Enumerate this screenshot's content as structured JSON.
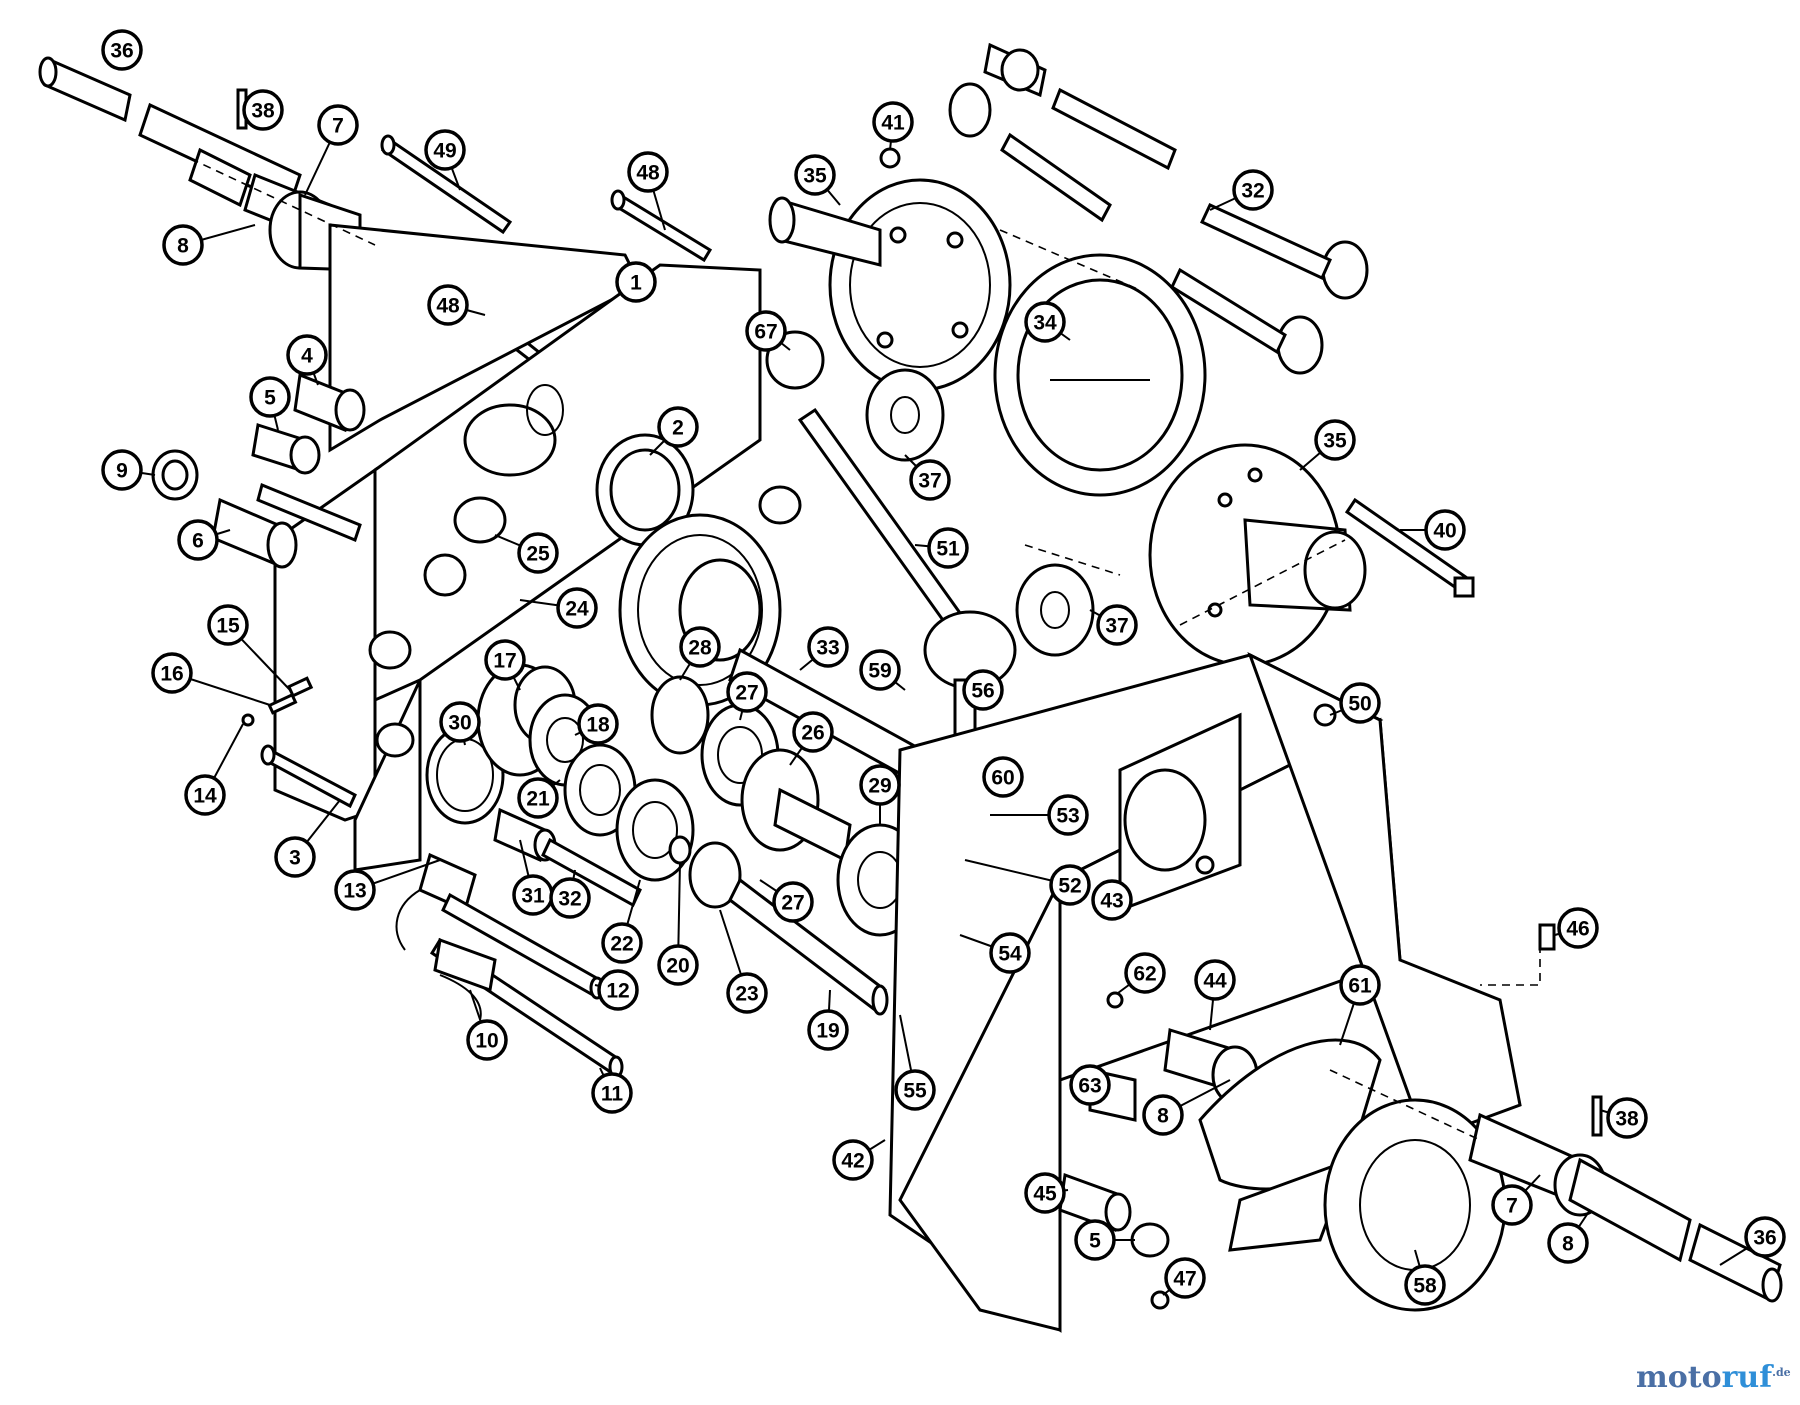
{
  "diagram": {
    "callouts": [
      {
        "id": "36a",
        "label": "36"
      },
      {
        "id": "38a",
        "label": "38"
      },
      {
        "id": "7a",
        "label": "7"
      },
      {
        "id": "8a",
        "label": "8"
      },
      {
        "id": "49",
        "label": "49"
      },
      {
        "id": "48a",
        "label": "48"
      },
      {
        "id": "48b",
        "label": "48"
      },
      {
        "id": "1",
        "label": "1"
      },
      {
        "id": "4",
        "label": "4"
      },
      {
        "id": "5a",
        "label": "5"
      },
      {
        "id": "9",
        "label": "9"
      },
      {
        "id": "6",
        "label": "6"
      },
      {
        "id": "2",
        "label": "2"
      },
      {
        "id": "67",
        "label": "67"
      },
      {
        "id": "25",
        "label": "25"
      },
      {
        "id": "24",
        "label": "24"
      },
      {
        "id": "15",
        "label": "15"
      },
      {
        "id": "16",
        "label": "16"
      },
      {
        "id": "14",
        "label": "14"
      },
      {
        "id": "17",
        "label": "17"
      },
      {
        "id": "30",
        "label": "30"
      },
      {
        "id": "18",
        "label": "18"
      },
      {
        "id": "28",
        "label": "28"
      },
      {
        "id": "27a",
        "label": "27"
      },
      {
        "id": "33",
        "label": "33"
      },
      {
        "id": "26",
        "label": "26"
      },
      {
        "id": "3",
        "label": "3"
      },
      {
        "id": "21",
        "label": "21"
      },
      {
        "id": "13",
        "label": "13"
      },
      {
        "id": "31",
        "label": "31"
      },
      {
        "id": "32a",
        "label": "32"
      },
      {
        "id": "22",
        "label": "22"
      },
      {
        "id": "20",
        "label": "20"
      },
      {
        "id": "23",
        "label": "23"
      },
      {
        "id": "27b",
        "label": "27"
      },
      {
        "id": "29",
        "label": "29"
      },
      {
        "id": "12",
        "label": "12"
      },
      {
        "id": "10",
        "label": "10"
      },
      {
        "id": "11",
        "label": "11"
      },
      {
        "id": "19",
        "label": "19"
      },
      {
        "id": "41",
        "label": "41"
      },
      {
        "id": "35a",
        "label": "35"
      },
      {
        "id": "32b",
        "label": "32"
      },
      {
        "id": "34",
        "label": "34"
      },
      {
        "id": "37a",
        "label": "37"
      },
      {
        "id": "35b",
        "label": "35"
      },
      {
        "id": "40",
        "label": "40"
      },
      {
        "id": "51",
        "label": "51"
      },
      {
        "id": "37b",
        "label": "37"
      },
      {
        "id": "59",
        "label": "59"
      },
      {
        "id": "56",
        "label": "56"
      },
      {
        "id": "50",
        "label": "50"
      },
      {
        "id": "60",
        "label": "60"
      },
      {
        "id": "53",
        "label": "53"
      },
      {
        "id": "52",
        "label": "52"
      },
      {
        "id": "43",
        "label": "43"
      },
      {
        "id": "54",
        "label": "54"
      },
      {
        "id": "46",
        "label": "46"
      },
      {
        "id": "62",
        "label": "62"
      },
      {
        "id": "44",
        "label": "44"
      },
      {
        "id": "61",
        "label": "61"
      },
      {
        "id": "55",
        "label": "55"
      },
      {
        "id": "63",
        "label": "63"
      },
      {
        "id": "8b",
        "label": "8"
      },
      {
        "id": "38b",
        "label": "38"
      },
      {
        "id": "42",
        "label": "42"
      },
      {
        "id": "45",
        "label": "45"
      },
      {
        "id": "5b",
        "label": "5"
      },
      {
        "id": "47",
        "label": "47"
      },
      {
        "id": "58",
        "label": "58"
      },
      {
        "id": "7b",
        "label": "7"
      },
      {
        "id": "8c",
        "label": "8"
      },
      {
        "id": "36b",
        "label": "36"
      }
    ]
  },
  "watermark": {
    "part1": "moto",
    "part2": "ruf",
    "suffix": ".de"
  }
}
